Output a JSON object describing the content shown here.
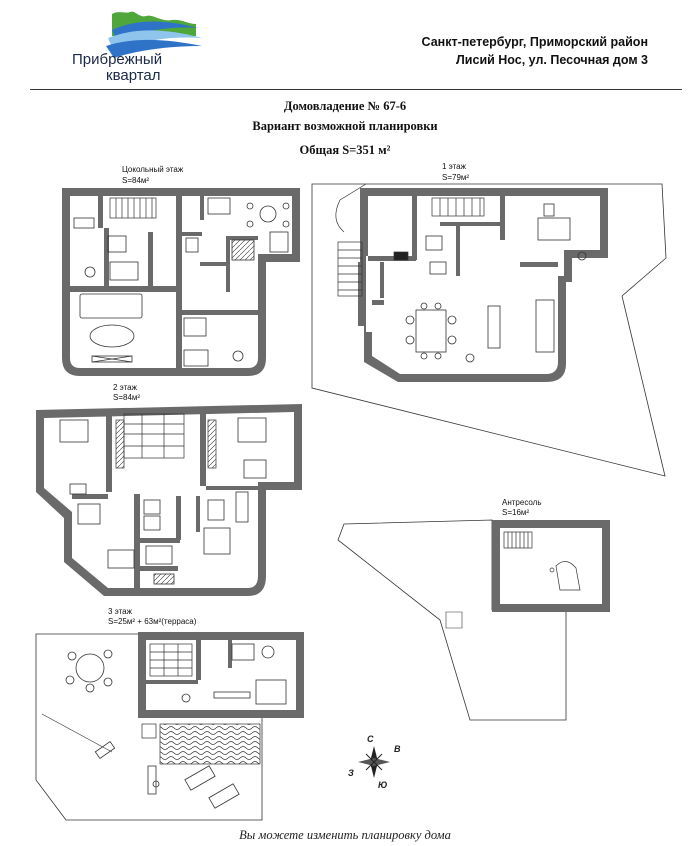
{
  "brand": {
    "name_line1": "Прибрежный",
    "name_line2": "квартал",
    "colors": {
      "green": "#4fa63a",
      "blue": "#2f73c9",
      "light_blue": "#8fc4ec"
    }
  },
  "address": {
    "line1": "Санкт-петербург, Приморский район",
    "line2": "Лисий Нос, ул. Песочная дом 3"
  },
  "header": {
    "title": "Домовладение № 67-6",
    "subtitle": "Вариант возможной планировки",
    "total_area": "Общая S=351 м²"
  },
  "floors": {
    "basement": {
      "name": "Цокольный этаж",
      "area": "S=84м²"
    },
    "first": {
      "name": "1 этаж",
      "area": "S=79м²"
    },
    "second": {
      "name": "2 этаж",
      "area": "S=84м²"
    },
    "mezzanine": {
      "name": "Антресоль",
      "area": "S=16м²"
    },
    "third": {
      "name": "3 этаж",
      "area": "S=25м² + 63м²(терраса)"
    }
  },
  "compass": {
    "north": "С",
    "east": "В",
    "south": "Ю",
    "west": "З"
  },
  "footer": "Вы можете изменить планировку дома",
  "wall_color": "#666666"
}
